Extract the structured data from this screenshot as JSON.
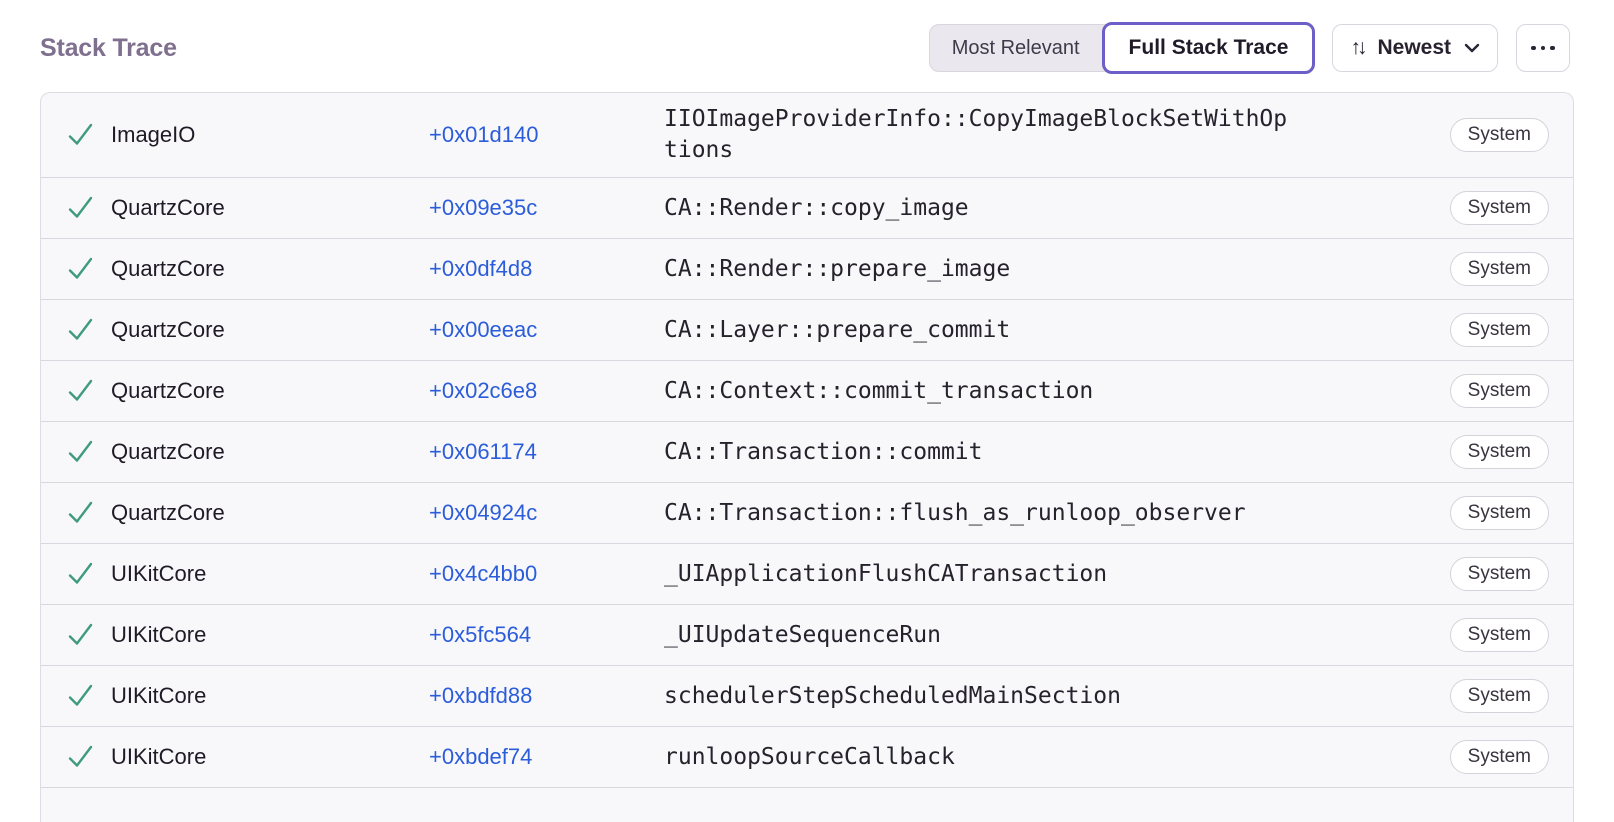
{
  "page": {
    "title": "Stack Trace"
  },
  "toolbar": {
    "view_options": [
      {
        "label": "Most Relevant",
        "active": false
      },
      {
        "label": "Full Stack Trace",
        "active": true
      }
    ],
    "sort": {
      "icon_glyph": "↑↓",
      "label": "Newest"
    }
  },
  "colors": {
    "accent_purple": "#6c5fc7",
    "link_blue": "#2b5cd9",
    "success_green": "#3f9b7b",
    "heading_gray_purple": "#80708f",
    "row_background": "#f8f8fa",
    "row_separator": "#d9d8e1"
  },
  "frames": [
    {
      "status": "in-app-check",
      "module": "ImageIO",
      "address": "+0x01d140",
      "function": "IIOImageProviderInfo::CopyImageBlockSetWithOptions",
      "tag": "System"
    },
    {
      "status": "in-app-check",
      "module": "QuartzCore",
      "address": "+0x09e35c",
      "function": "CA::Render::copy_image",
      "tag": "System"
    },
    {
      "status": "in-app-check",
      "module": "QuartzCore",
      "address": "+0x0df4d8",
      "function": "CA::Render::prepare_image",
      "tag": "System"
    },
    {
      "status": "in-app-check",
      "module": "QuartzCore",
      "address": "+0x00eeac",
      "function": "CA::Layer::prepare_commit",
      "tag": "System"
    },
    {
      "status": "in-app-check",
      "module": "QuartzCore",
      "address": "+0x02c6e8",
      "function": "CA::Context::commit_transaction",
      "tag": "System"
    },
    {
      "status": "in-app-check",
      "module": "QuartzCore",
      "address": "+0x061174",
      "function": "CA::Transaction::commit",
      "tag": "System"
    },
    {
      "status": "in-app-check",
      "module": "QuartzCore",
      "address": "+0x04924c",
      "function": "CA::Transaction::flush_as_runloop_observer",
      "tag": "System"
    },
    {
      "status": "in-app-check",
      "module": "UIKitCore",
      "address": "+0x4c4bb0",
      "function": "_UIApplicationFlushCATransaction",
      "tag": "System"
    },
    {
      "status": "in-app-check",
      "module": "UIKitCore",
      "address": "+0x5fc564",
      "function": "_UIUpdateSequenceRun",
      "tag": "System"
    },
    {
      "status": "in-app-check",
      "module": "UIKitCore",
      "address": "+0xbdfd88",
      "function": "schedulerStepScheduledMainSection",
      "tag": "System"
    },
    {
      "status": "in-app-check",
      "module": "UIKitCore",
      "address": "+0xbdef74",
      "function": "runloopSourceCallback",
      "tag": "System"
    }
  ]
}
